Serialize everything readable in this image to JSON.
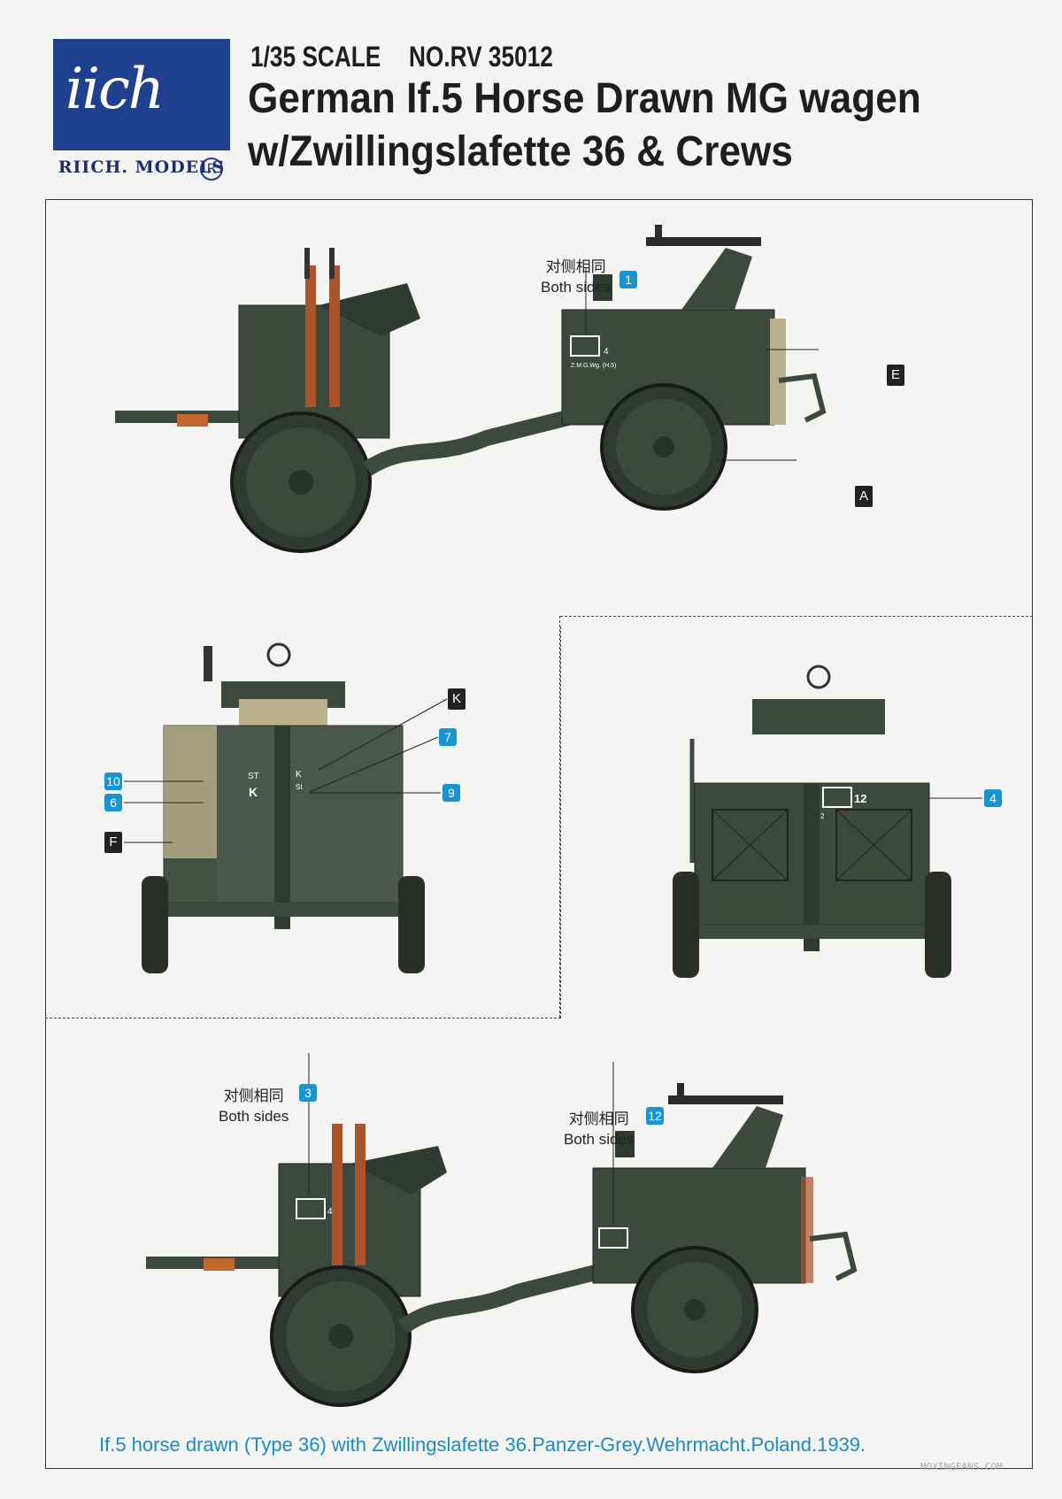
{
  "header": {
    "brand_script": "iich",
    "brand_name": "RIICH. MODELS",
    "registered_mark": "R",
    "scale": "1/35 SCALE",
    "kit_number": "NO.RV 35012",
    "title_line1": "German If.5 Horse Drawn MG wagen",
    "title_line2": "w/Zwillingslafette 36 & Crews"
  },
  "view_top": {
    "note_cn": "对侧相同",
    "note_en": "Both sides",
    "decal_number": "1",
    "markers": [
      "E",
      "A"
    ],
    "panel_text": "Z.M.G.Wg. (H.5)",
    "panel_number": "4"
  },
  "view_front": {
    "markers": [
      "K",
      "7",
      "10",
      "6",
      "9",
      "F"
    ],
    "panel_marks": [
      "ST",
      "K",
      "K",
      "St"
    ]
  },
  "view_rear": {
    "marker": "4",
    "plate_number": "12",
    "small_mark": "2"
  },
  "view_bottom": {
    "note1_cn": "对侧相同",
    "note1_en": "Both sides",
    "decal1": "3",
    "note2_cn": "对侧相同",
    "note2_en": "Both sides",
    "decal2": "12",
    "panel_number": "4"
  },
  "caption": "If.5 horse drawn (Type 36) with Zwillingslafette 36.Panzer-Grey.Wehrmacht.Poland.1939.",
  "watermark": "MOXINGFANS.COM",
  "colors": {
    "panzer_grey": "#3c4a3e",
    "logo_blue": "#1f3f8f",
    "callout_blue": "#1a94d1",
    "caption_blue": "#1b8bc8",
    "wood": "#a9542b",
    "canvas": "#b9b08c"
  }
}
